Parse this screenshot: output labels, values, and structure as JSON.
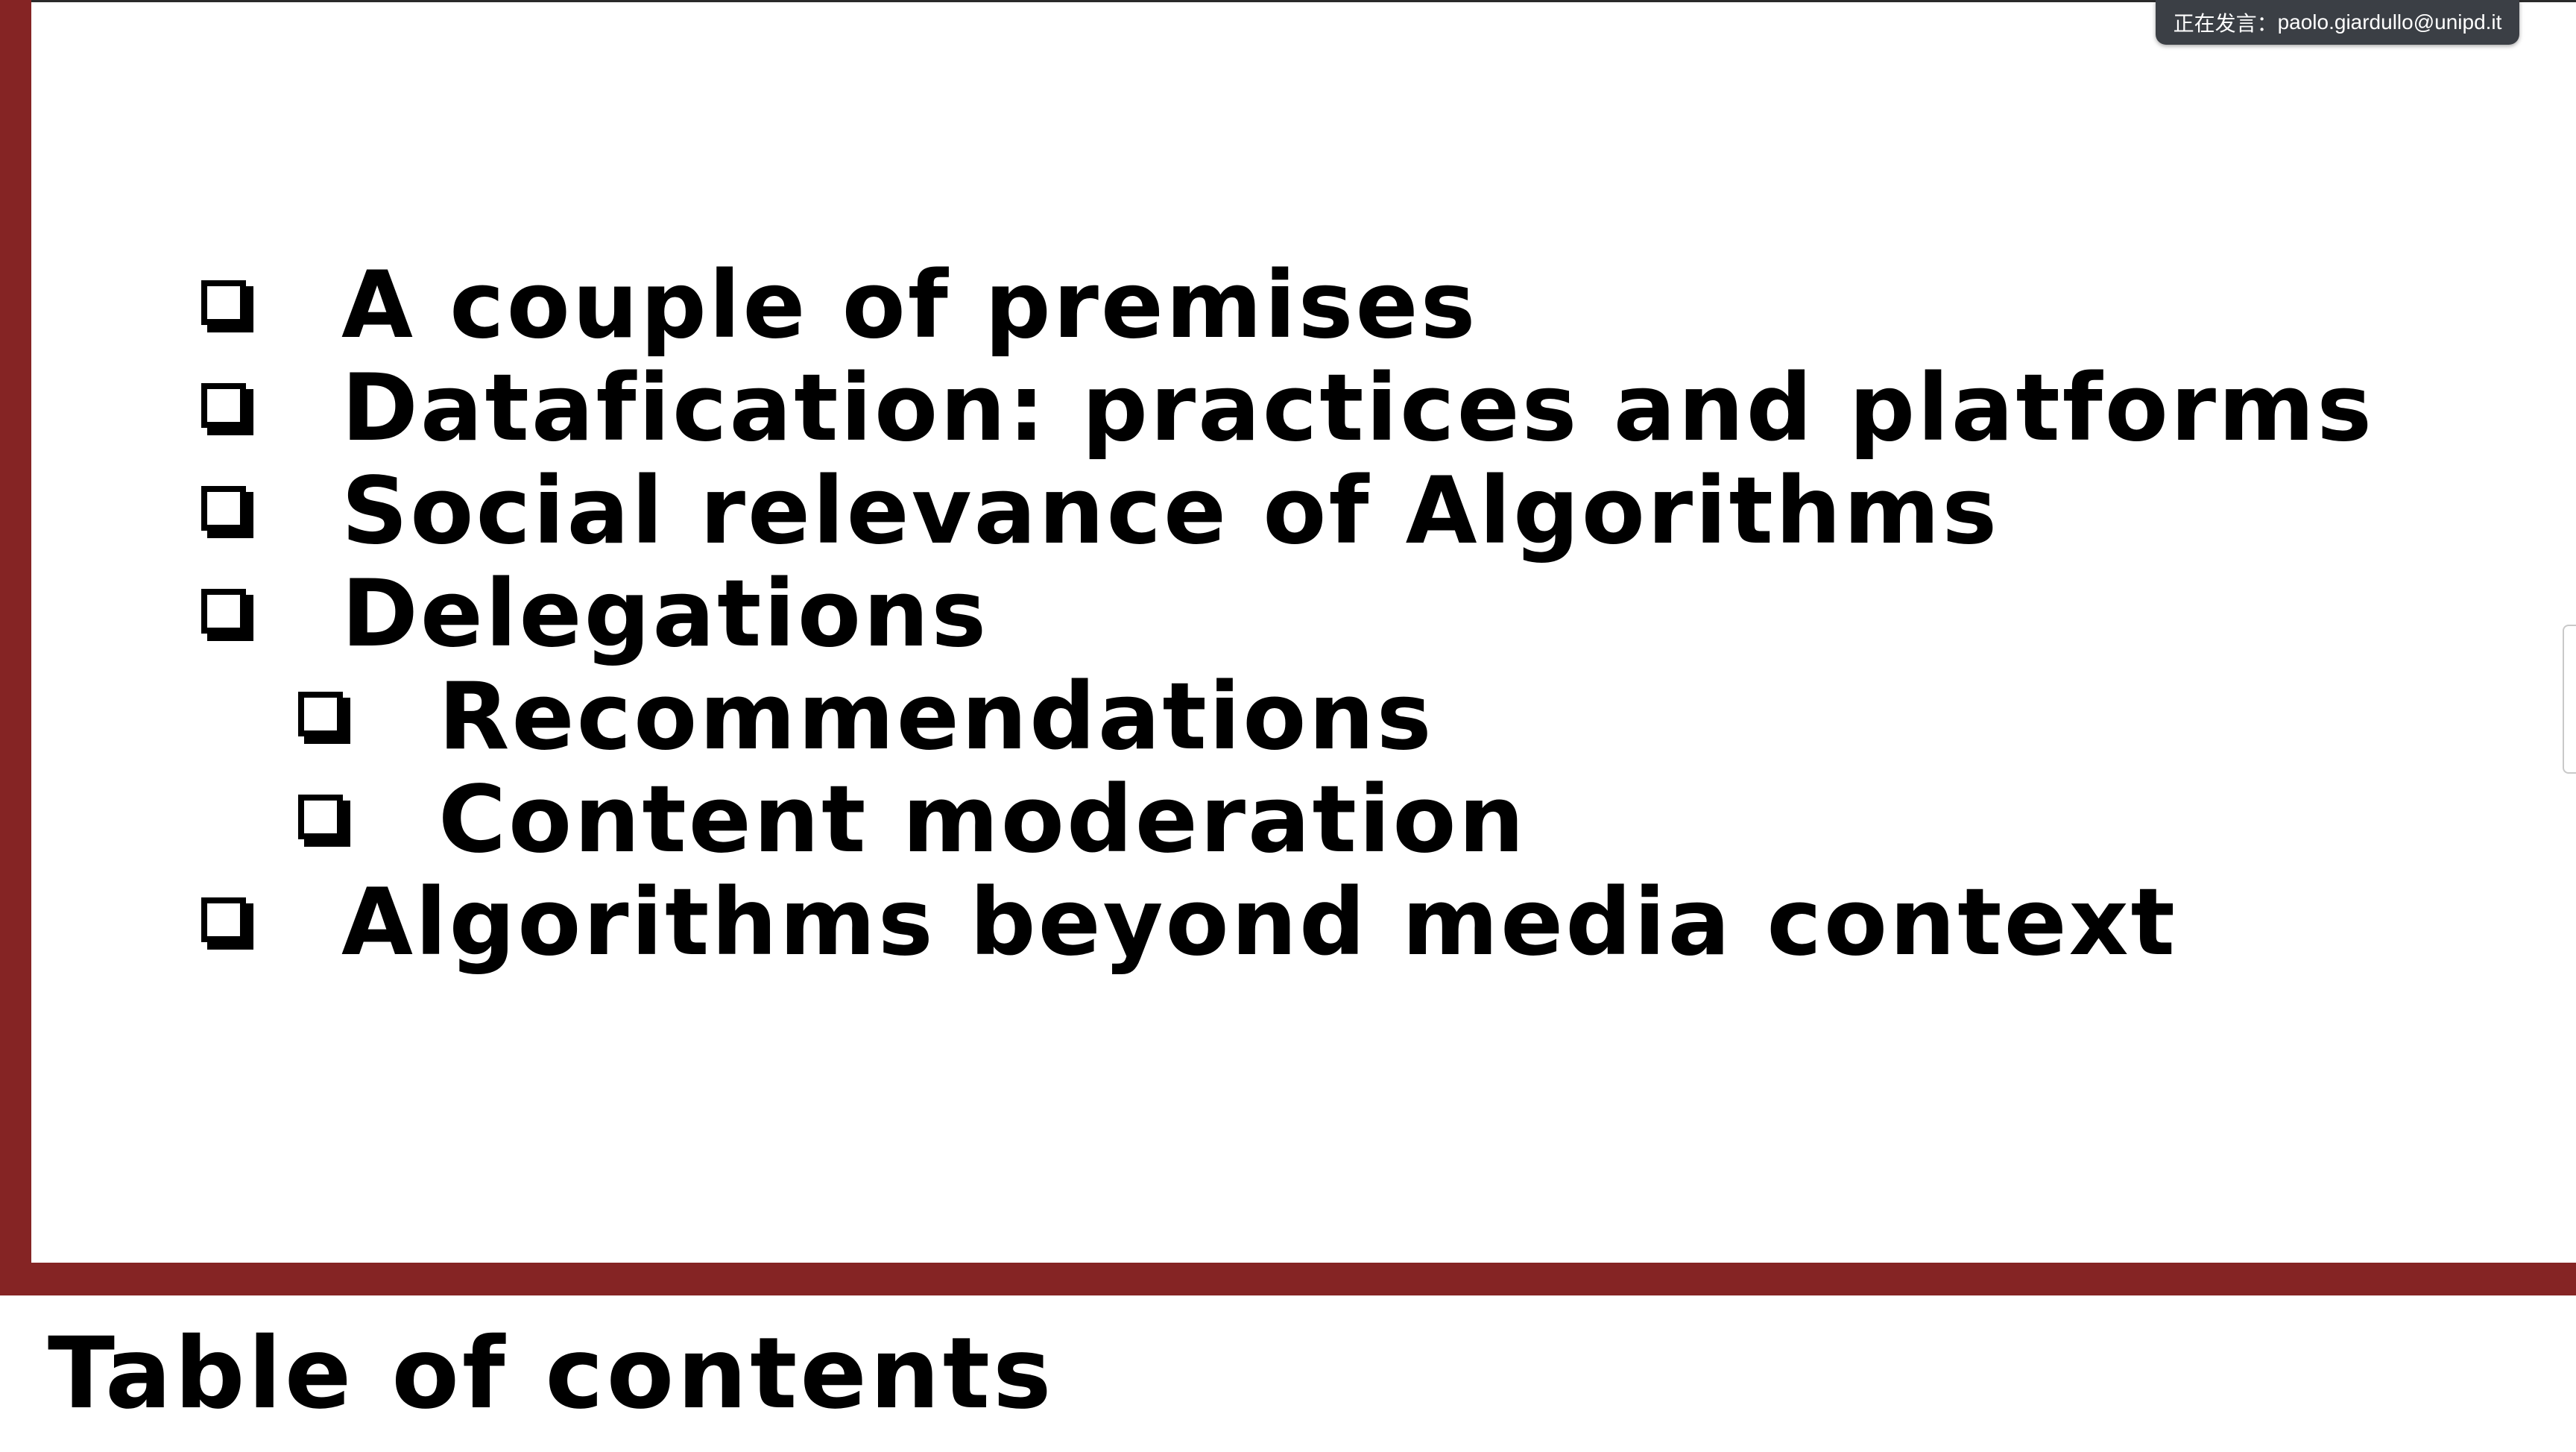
{
  "presenter_badge": {
    "label": "正在发言：",
    "email": "paolo.giardullo@unipd.it"
  },
  "toc": {
    "items": [
      {
        "text": "A couple of premises",
        "level": 0
      },
      {
        "text": "Datafication: practices and platforms",
        "level": 0
      },
      {
        "text": "Social relevance of Algorithms",
        "level": 0
      },
      {
        "text": "Delegations",
        "level": 0
      },
      {
        "text": "Recommendations",
        "level": 1
      },
      {
        "text": "Content moderation",
        "level": 1
      },
      {
        "text": "Algorithms beyond media context",
        "level": 0
      }
    ]
  },
  "footer": {
    "title": "Table of contents"
  },
  "colors": {
    "frame": "#852424",
    "badge_bg": "#3b3f45",
    "text": "#000000"
  },
  "icons": {
    "bullet": "checkbox-icon"
  }
}
